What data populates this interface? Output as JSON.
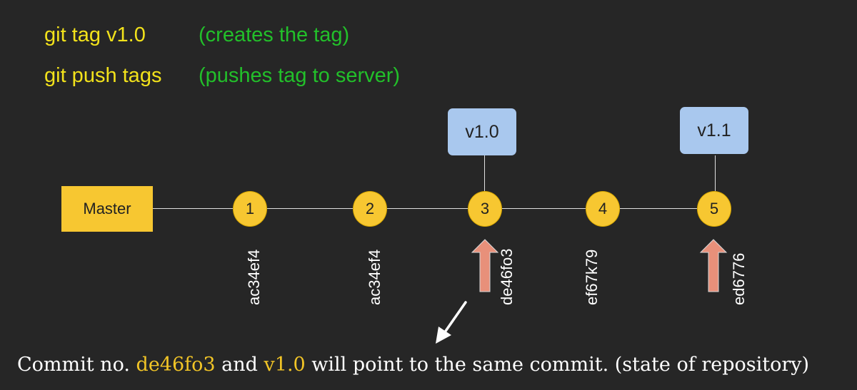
{
  "commands": [
    {
      "cmd": "git tag v1.0",
      "note": "(creates the tag)"
    },
    {
      "cmd": "git push tags",
      "note": "(pushes tag to server)"
    }
  ],
  "branch": {
    "label": "Master"
  },
  "commits": [
    {
      "number": "1",
      "hash": "ac34ef4"
    },
    {
      "number": "2",
      "hash": "ac34ef4"
    },
    {
      "number": "3",
      "hash": "de46fo3"
    },
    {
      "number": "4",
      "hash": "ef67k79"
    },
    {
      "number": "5",
      "hash": "ed6776"
    }
  ],
  "tags": [
    {
      "label": "v1.0",
      "commit": "3"
    },
    {
      "label": "v1.1",
      "commit": "5"
    }
  ],
  "footer": {
    "part1": "Commit no. ",
    "hash": "de46fo3",
    "part2": " and ",
    "tag": "v1.0",
    "part3": " will point to the same commit. (state of repository)"
  },
  "colors": {
    "background": "#262626",
    "command": "#f2e21b",
    "note": "#22c02a",
    "node": "#f7c731",
    "tag": "#a9c8ee",
    "arrow": "#e8907a"
  }
}
